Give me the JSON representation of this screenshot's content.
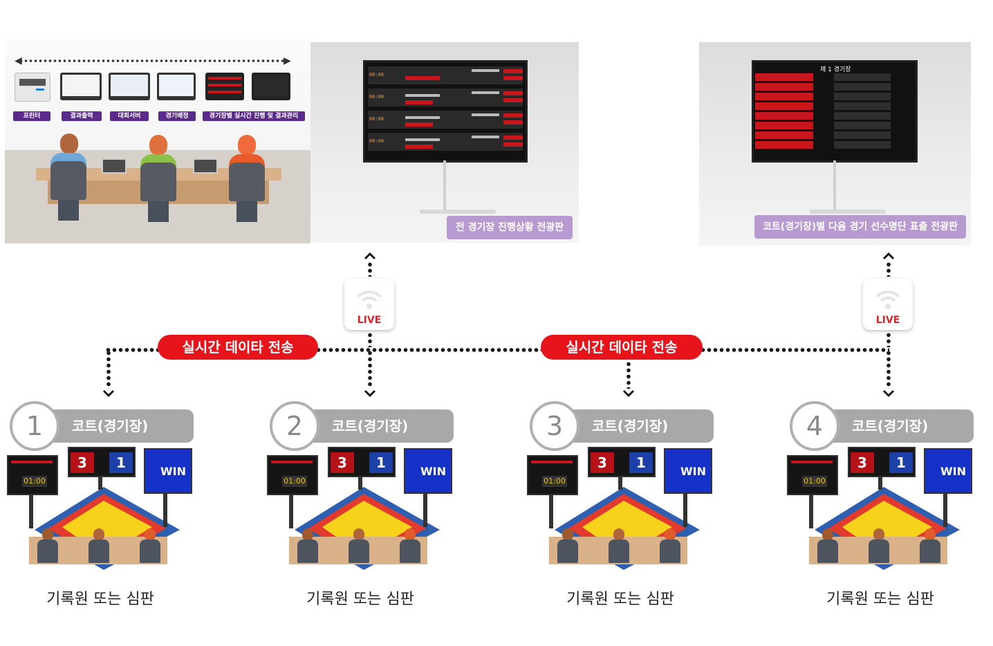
{
  "office_panel": {
    "devices": [
      {
        "label": "프린터"
      },
      {
        "label": "결과출력"
      },
      {
        "label": "대회서버"
      },
      {
        "label": "경기배정"
      },
      {
        "label": "경기장별 실시간 진행 및 결과관리"
      }
    ]
  },
  "board_all": {
    "caption": "전 경기장 진행상황 전광판",
    "times": [
      "00:00",
      "00:00",
      "00:00",
      "00:00"
    ]
  },
  "board_next": {
    "title": "제 1 경기장",
    "caption": "코트(경기장)별 다음 경기 선수명단 표출 전광판"
  },
  "live_badges": [
    {
      "label": "LIVE"
    },
    {
      "label": "LIVE"
    }
  ],
  "realtime_labels": [
    {
      "label": "실시간 데이타 전송"
    },
    {
      "label": "실시간 데이타 전송"
    }
  ],
  "courts": [
    {
      "number": "1",
      "label": "코트(경기장)",
      "caption": "기록원 또는 심판",
      "score_left": "3",
      "score_right": "1",
      "timer": "01:00",
      "win": "WIN"
    },
    {
      "number": "2",
      "label": "코트(경기장)",
      "caption": "기록원 또는 심판",
      "score_left": "3",
      "score_right": "1",
      "timer": "01:00",
      "win": "WIN"
    },
    {
      "number": "3",
      "label": "코트(경기장)",
      "caption": "기록원 또는 심판",
      "score_left": "3",
      "score_right": "1",
      "timer": "01:00",
      "win": "WIN"
    },
    {
      "number": "4",
      "label": "코트(경기장)",
      "caption": "기록원 또는 심판",
      "score_left": "3",
      "score_right": "1",
      "timer": "01:00",
      "win": "WIN"
    }
  ],
  "colors": {
    "accent_red": "#e8141c",
    "purple_label": "#5b2b8c",
    "caption_lavender": "#b79ad0",
    "court_tab_gray": "#a8a8a8"
  }
}
